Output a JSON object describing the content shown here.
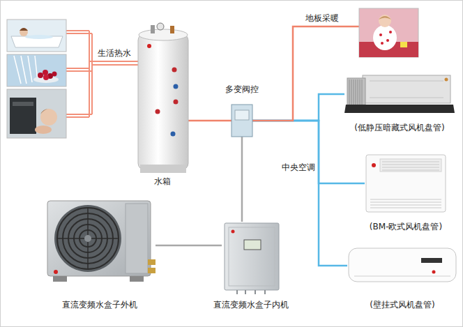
{
  "diagram": {
    "nodes": [
      {
        "text": [
          "水箱"
        ]
      },
      {
        "text": [
          "多变阀控"
        ]
      },
      {
        "text": [
          "(低静压暗藏式风机盘管)"
        ]
      },
      {
        "text": [
          "(BM-欧式风机盘管)"
        ]
      },
      {
        "text": [
          "(壁挂式风机盘管)"
        ]
      },
      {
        "text": [
          "直流变频水盒子外机"
        ]
      },
      {
        "text": [
          "直流变频水盒子内机"
        ]
      }
    ],
    "edges": [
      {
        "from": 0,
        "to": 1,
        "arrow": "none"
      },
      {
        "from": 1,
        "to": 2,
        "arrow": "none"
      },
      {
        "from": 1,
        "to": 3,
        "arrow": "none"
      },
      {
        "from": 1,
        "to": 4,
        "arrow": "none"
      },
      {
        "from": 5,
        "to": 6,
        "arrow": "none"
      },
      {
        "from": 6,
        "to": 1,
        "arrow": "none"
      }
    ],
    "labels": [
      "生活热水",
      "地板采暖",
      "中央空调"
    ]
  }
}
